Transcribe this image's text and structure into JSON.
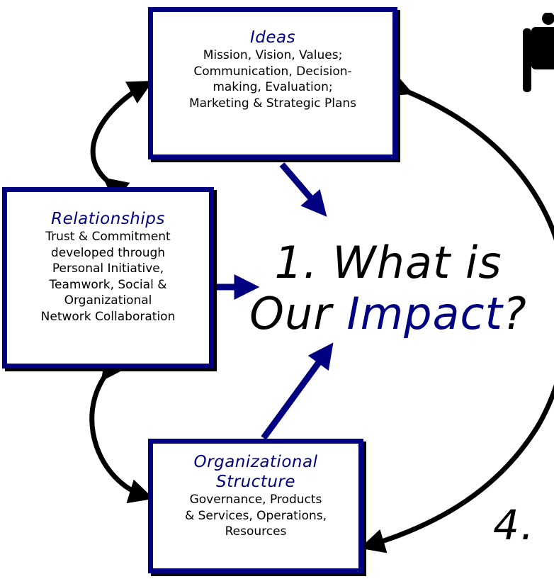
{
  "ideas": {
    "title": "Ideas",
    "lines": [
      "Mission, Vision, Values;",
      "Communication, Decision-",
      "making, Evaluation;",
      "Marketing & Strategic Plans"
    ]
  },
  "relationships": {
    "title": "Relationships",
    "lines": [
      "Trust & Commitment",
      "developed through",
      "Personal Initiative,",
      "Teamwork, Social &",
      "Organizational",
      "Network Collaboration"
    ]
  },
  "structure": {
    "title_lines": [
      "Organizational",
      "Structure"
    ],
    "lines": [
      "Governance, Products",
      "& Services, Operations,",
      "Resources"
    ]
  },
  "center": {
    "line1": "1. What is",
    "line2_prefix": "Our ",
    "line2_highlight": "Impact",
    "line2_suffix": "?"
  },
  "partial_step": "4.",
  "colors": {
    "accent": "#000080",
    "black": "#000000"
  },
  "icons": [
    "person-icon"
  ]
}
